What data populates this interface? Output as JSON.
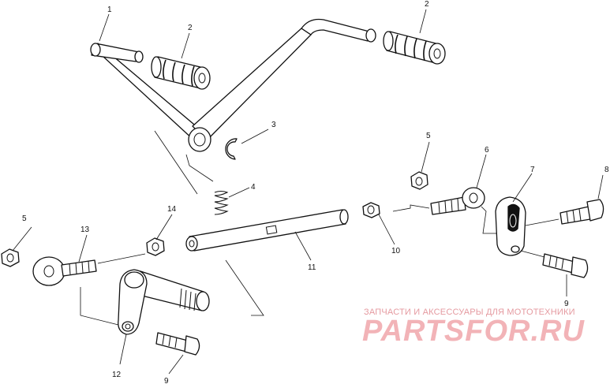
{
  "diagram": {
    "callouts": [
      "1",
      "2",
      "2",
      "3",
      "4",
      "5",
      "6",
      "7",
      "8",
      "5",
      "13",
      "14",
      "10",
      "11",
      "9",
      "12",
      "9"
    ]
  },
  "watermark": {
    "tagline": "ЗАПЧАСТИ И АКСЕССУАРЫ ДЛЯ МОТОТЕХНИКИ",
    "logo": "PARTSFOR.RU"
  },
  "colors": {
    "line": "#111111",
    "watermark": "#f2b3b7"
  }
}
